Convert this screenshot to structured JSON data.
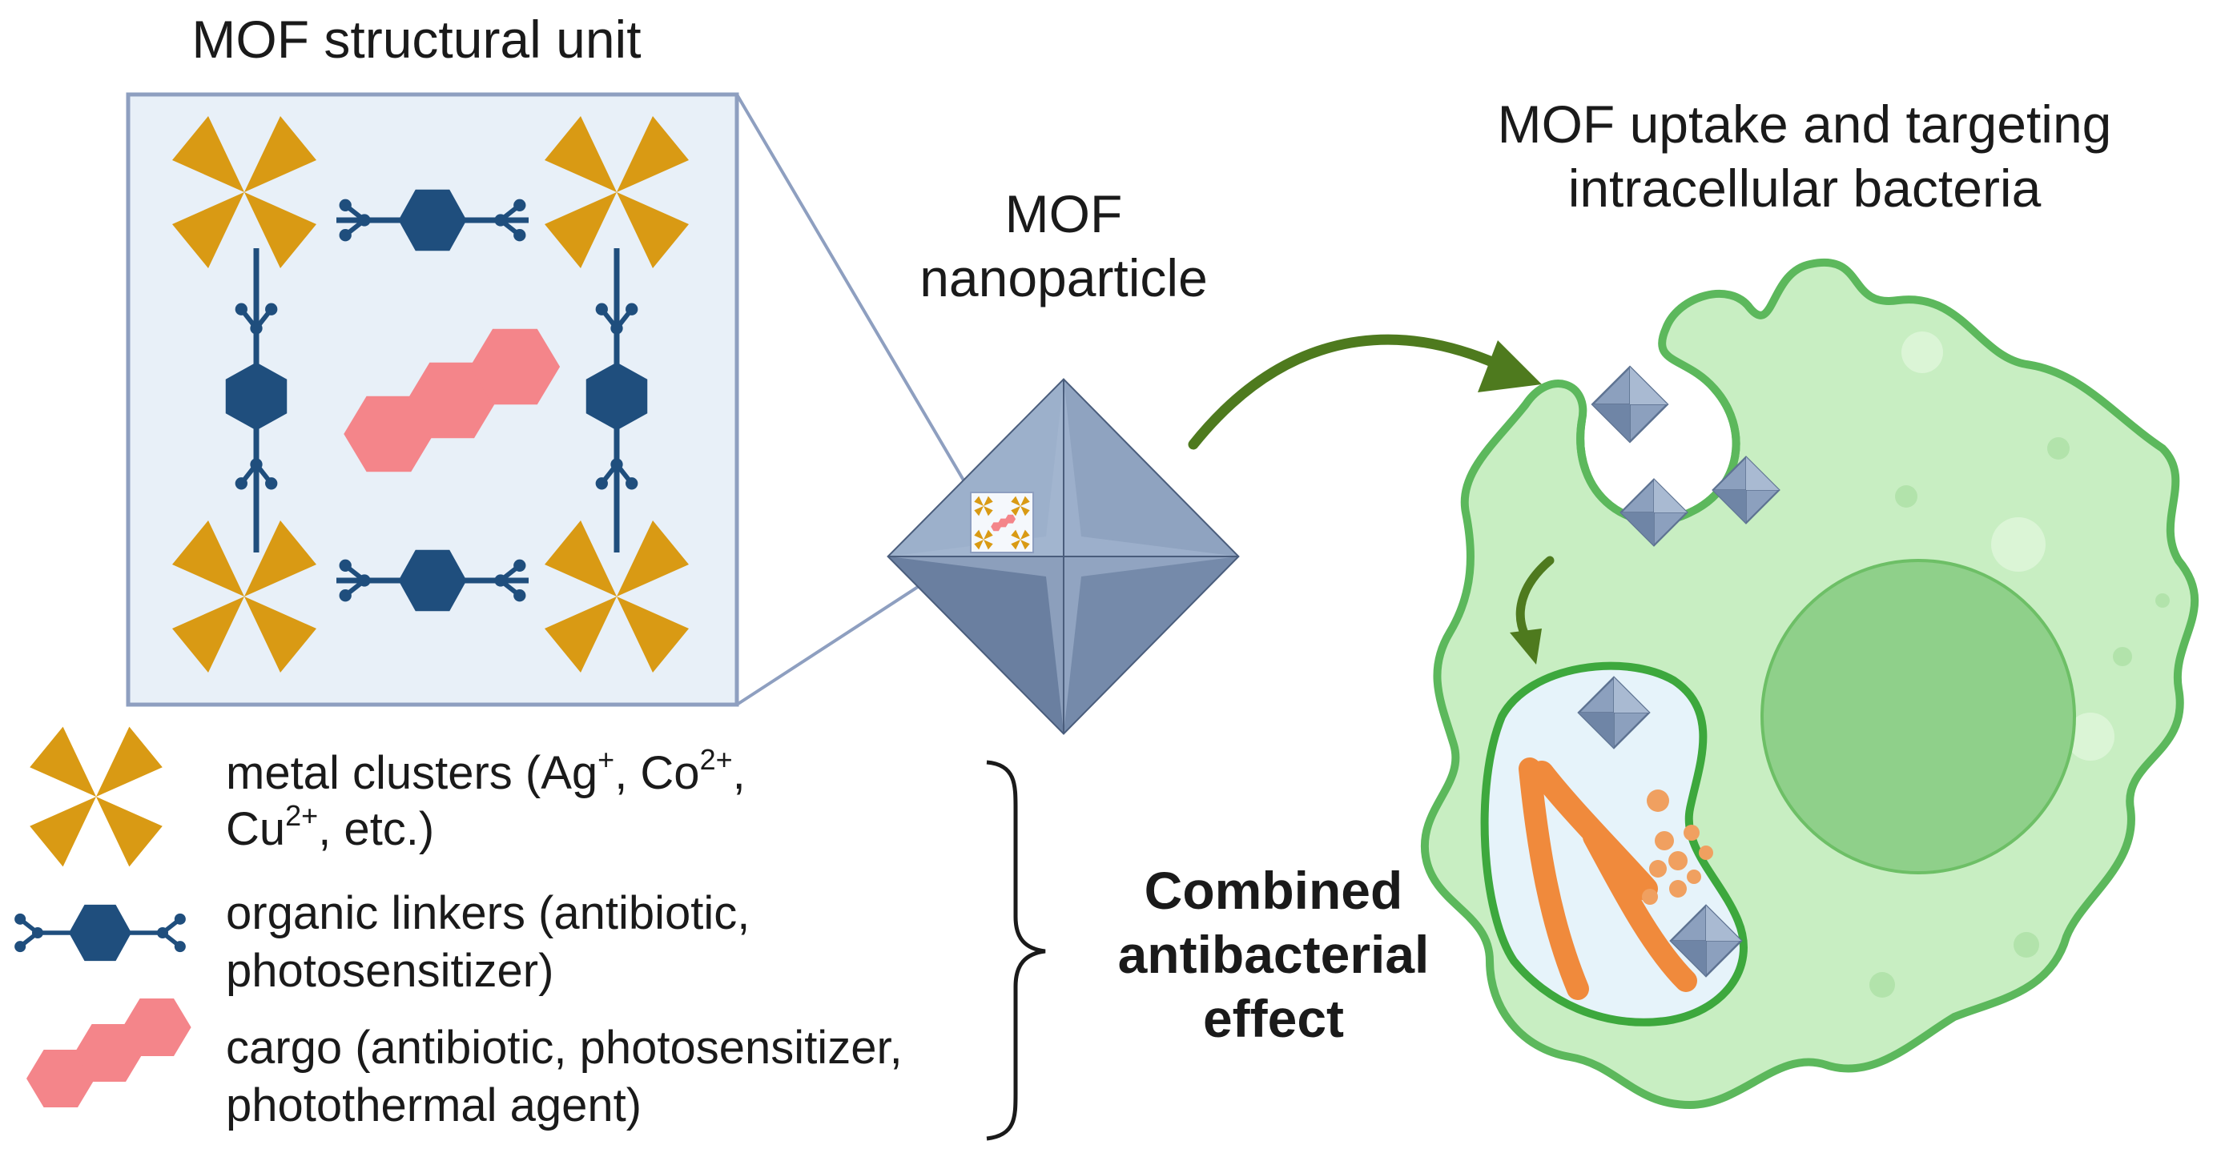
{
  "titles": {
    "structural_unit": "MOF structural unit",
    "nanoparticle_line1": "MOF",
    "nanoparticle_line2": "nanoparticle",
    "uptake_line1": "MOF uptake and targeting",
    "uptake_line2": "intracellular bacteria"
  },
  "legend": {
    "metal_line1": "metal clusters (Ag",
    "metal_sup1": "+",
    "metal_mid1": ", Co",
    "metal_sup2": "2+",
    "metal_end1": ",",
    "metal_line2_a": "Cu",
    "metal_sup3": "2+",
    "metal_line2_b": ", etc.)",
    "linker_line1": "organic linkers (antibiotic,",
    "linker_line2": "photosensitizer)",
    "cargo_line1": "cargo (antibiotic, photosensitizer,",
    "cargo_line2": "photothermal agent)"
  },
  "effect": {
    "line1": "Combined",
    "line2": "antibacterial",
    "line3": "effect"
  },
  "colors": {
    "metal": "#D99A14",
    "linker": "#1F4E7D",
    "cargo": "#F4858A",
    "box_fill": "#E8F0F8",
    "box_stroke": "#8E9FC0",
    "octahedron": "#7D92B0",
    "cell_fill": "#C8EEC2",
    "cell_stroke": "#5CB85C",
    "nucleus": "#8FD08A",
    "arrow": "#4E7A1E",
    "bacteria": "#F08A3C"
  }
}
